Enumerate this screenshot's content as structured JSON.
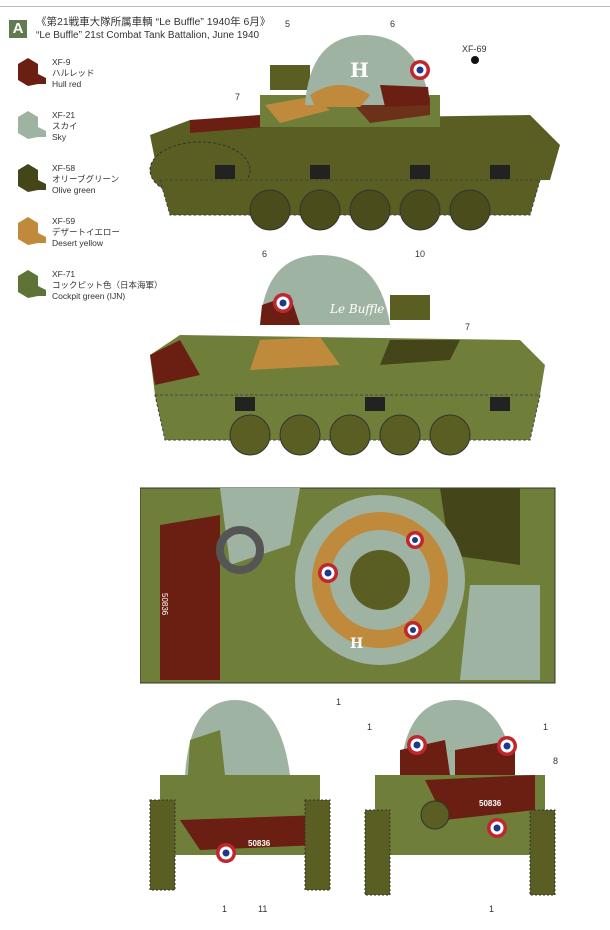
{
  "header": {
    "badge": "A",
    "title_jp": "《第21戦車大隊所属車輌 “Le Buffle” 1940年 6月》",
    "title_en": "“Le Buffle” 21st Combat Tank Battalion, June 1940"
  },
  "paints": [
    {
      "code": "XF-9",
      "jp": "ハルレッド",
      "en": "Hull red",
      "color": "#6b1f12"
    },
    {
      "code": "XF-21",
      "jp": "スカイ",
      "en": "Sky",
      "color": "#9fb3a2"
    },
    {
      "code": "XF-58",
      "jp": "オリーブグリーン",
      "en": "Olive green",
      "color": "#44461a"
    },
    {
      "code": "XF-59",
      "jp": "デザートイエロー",
      "en": "Desert yellow",
      "color": "#c08a3c"
    },
    {
      "code": "XF-71",
      "jp": "コックピット色（日本海軍）",
      "en": "Cockpit green (IJN)",
      "color": "#5f7336"
    }
  ],
  "colors": {
    "olive": "#5a5e22",
    "sky": "#9fb3a2",
    "red": "#6b1f12",
    "yellow": "#c08a3c",
    "cockpit": "#6f7f3a"
  },
  "views": {
    "side1": {
      "callouts": [
        "5",
        "6",
        "7"
      ],
      "paint_ref": "XF-69",
      "turret_letter": "H"
    },
    "side2": {
      "callouts": [
        "6",
        "10",
        "7"
      ],
      "name": "Le Buffle"
    },
    "top": {
      "callouts": [
        "1"
      ],
      "number": "50836",
      "turret_letter": "H"
    },
    "front": {
      "callouts": [
        "1",
        "11"
      ],
      "number": "50836"
    },
    "rear": {
      "callouts": [
        "1",
        "1",
        "8",
        "1"
      ],
      "number": "50836"
    }
  }
}
